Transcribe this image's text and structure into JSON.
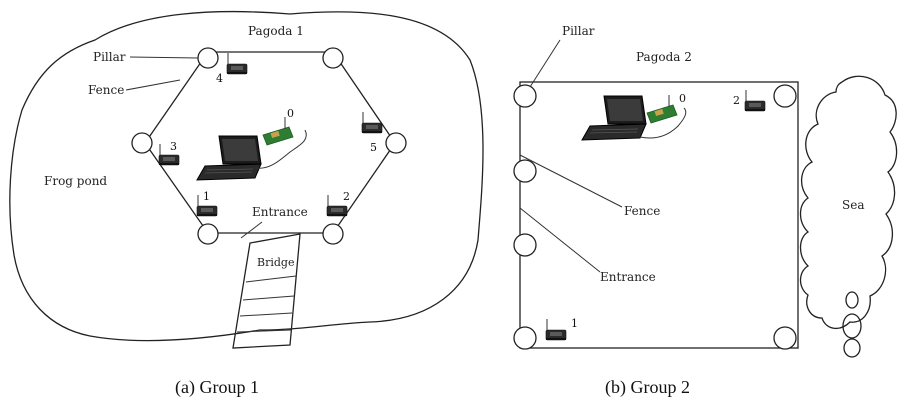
{
  "group1": {
    "title": "Pagoda 1",
    "pillar_label": "Pillar",
    "fence_label": "Fence",
    "pond_label": "Frog pond",
    "entrance_label": "Entrance",
    "bridge_label": "Bridge",
    "node_labels": [
      "0",
      "1",
      "2",
      "3",
      "4",
      "5"
    ],
    "caption": "(a) Group 1"
  },
  "group2": {
    "title": "Pagoda 2",
    "pillar_label": "Pillar",
    "fence_label": "Fence",
    "entrance_label": "Entrance",
    "sea_label": "Sea",
    "node_labels": [
      "0",
      "1",
      "2"
    ],
    "caption": "(b) Group 2"
  },
  "colors": {
    "line": "#222222",
    "sensor_body": "#2b2b2b",
    "board": "#2e7d32",
    "laptop": "#1a1a1a"
  }
}
